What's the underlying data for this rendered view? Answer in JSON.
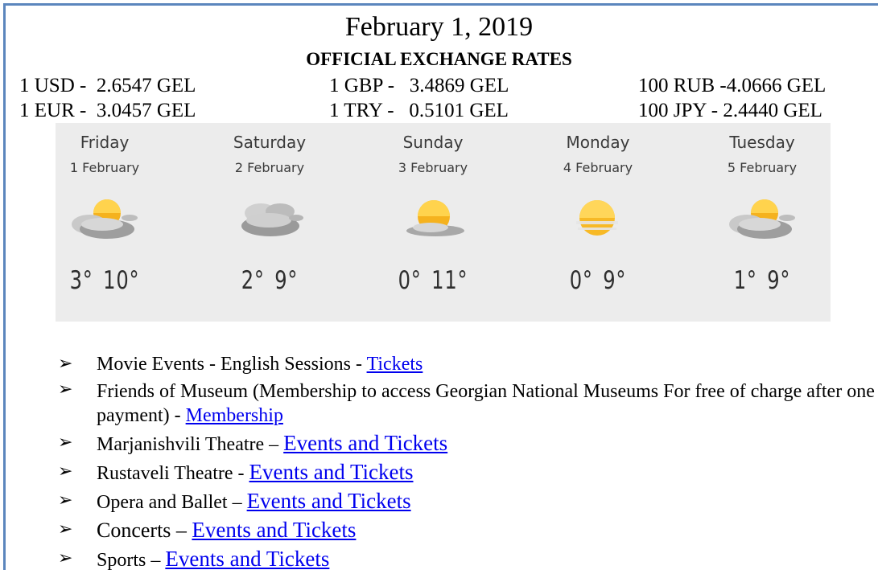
{
  "header": {
    "date": "February 1, 2019",
    "subtitle": "OFFICIAL EXCHANGE RATES"
  },
  "rates": [
    {
      "text": "1 USD -  2.6547 GEL"
    },
    {
      "text": "1 GBP -   3.4869 GEL"
    },
    {
      "text": "100 RUB -4.0666 GEL"
    },
    {
      "text": "1 EUR -  3.0457 GEL"
    },
    {
      "text": "1 TRY -   0.5101 GEL"
    },
    {
      "text": "100 JPY - 2.4440 GEL"
    }
  ],
  "weather": [
    {
      "day": "Friday",
      "date": "1 February",
      "low": "3°",
      "high": "10°",
      "icon": "partly-cloudy-icon"
    },
    {
      "day": "Saturday",
      "date": "2 February",
      "low": "2°",
      "high": "9°",
      "icon": "cloudy-icon"
    },
    {
      "day": "Sunday",
      "date": "3 February",
      "low": "0°",
      "high": "11°",
      "icon": "sun-behind-cloud-icon"
    },
    {
      "day": "Monday",
      "date": "4 February",
      "low": "0°",
      "high": "9°",
      "icon": "hazy-sun-icon"
    },
    {
      "day": "Tuesday",
      "date": "5 February",
      "low": "1°",
      "high": "9°",
      "icon": "partly-cloudy-icon"
    }
  ],
  "events": [
    {
      "text": "Movie Events - English Sessions - ",
      "link": "Tickets"
    },
    {
      "text": "Friends of Museum (Membership to access Georgian National Museums For free of charge after one payment) - ",
      "link": "Membership"
    },
    {
      "text": "Marjanishvili Theatre – ",
      "link": "Events and Tickets"
    },
    {
      "text": "Rustaveli Theatre  - ",
      "link": "Events and Tickets"
    },
    {
      "text": "Opera and Ballet – ",
      "link": "Events and Tickets"
    },
    {
      "text": "Concerts – ",
      "link": "Events and Tickets"
    },
    {
      "text": "Sports – ",
      "link": "Events and Tickets"
    }
  ],
  "bullet_glyph": "➢"
}
